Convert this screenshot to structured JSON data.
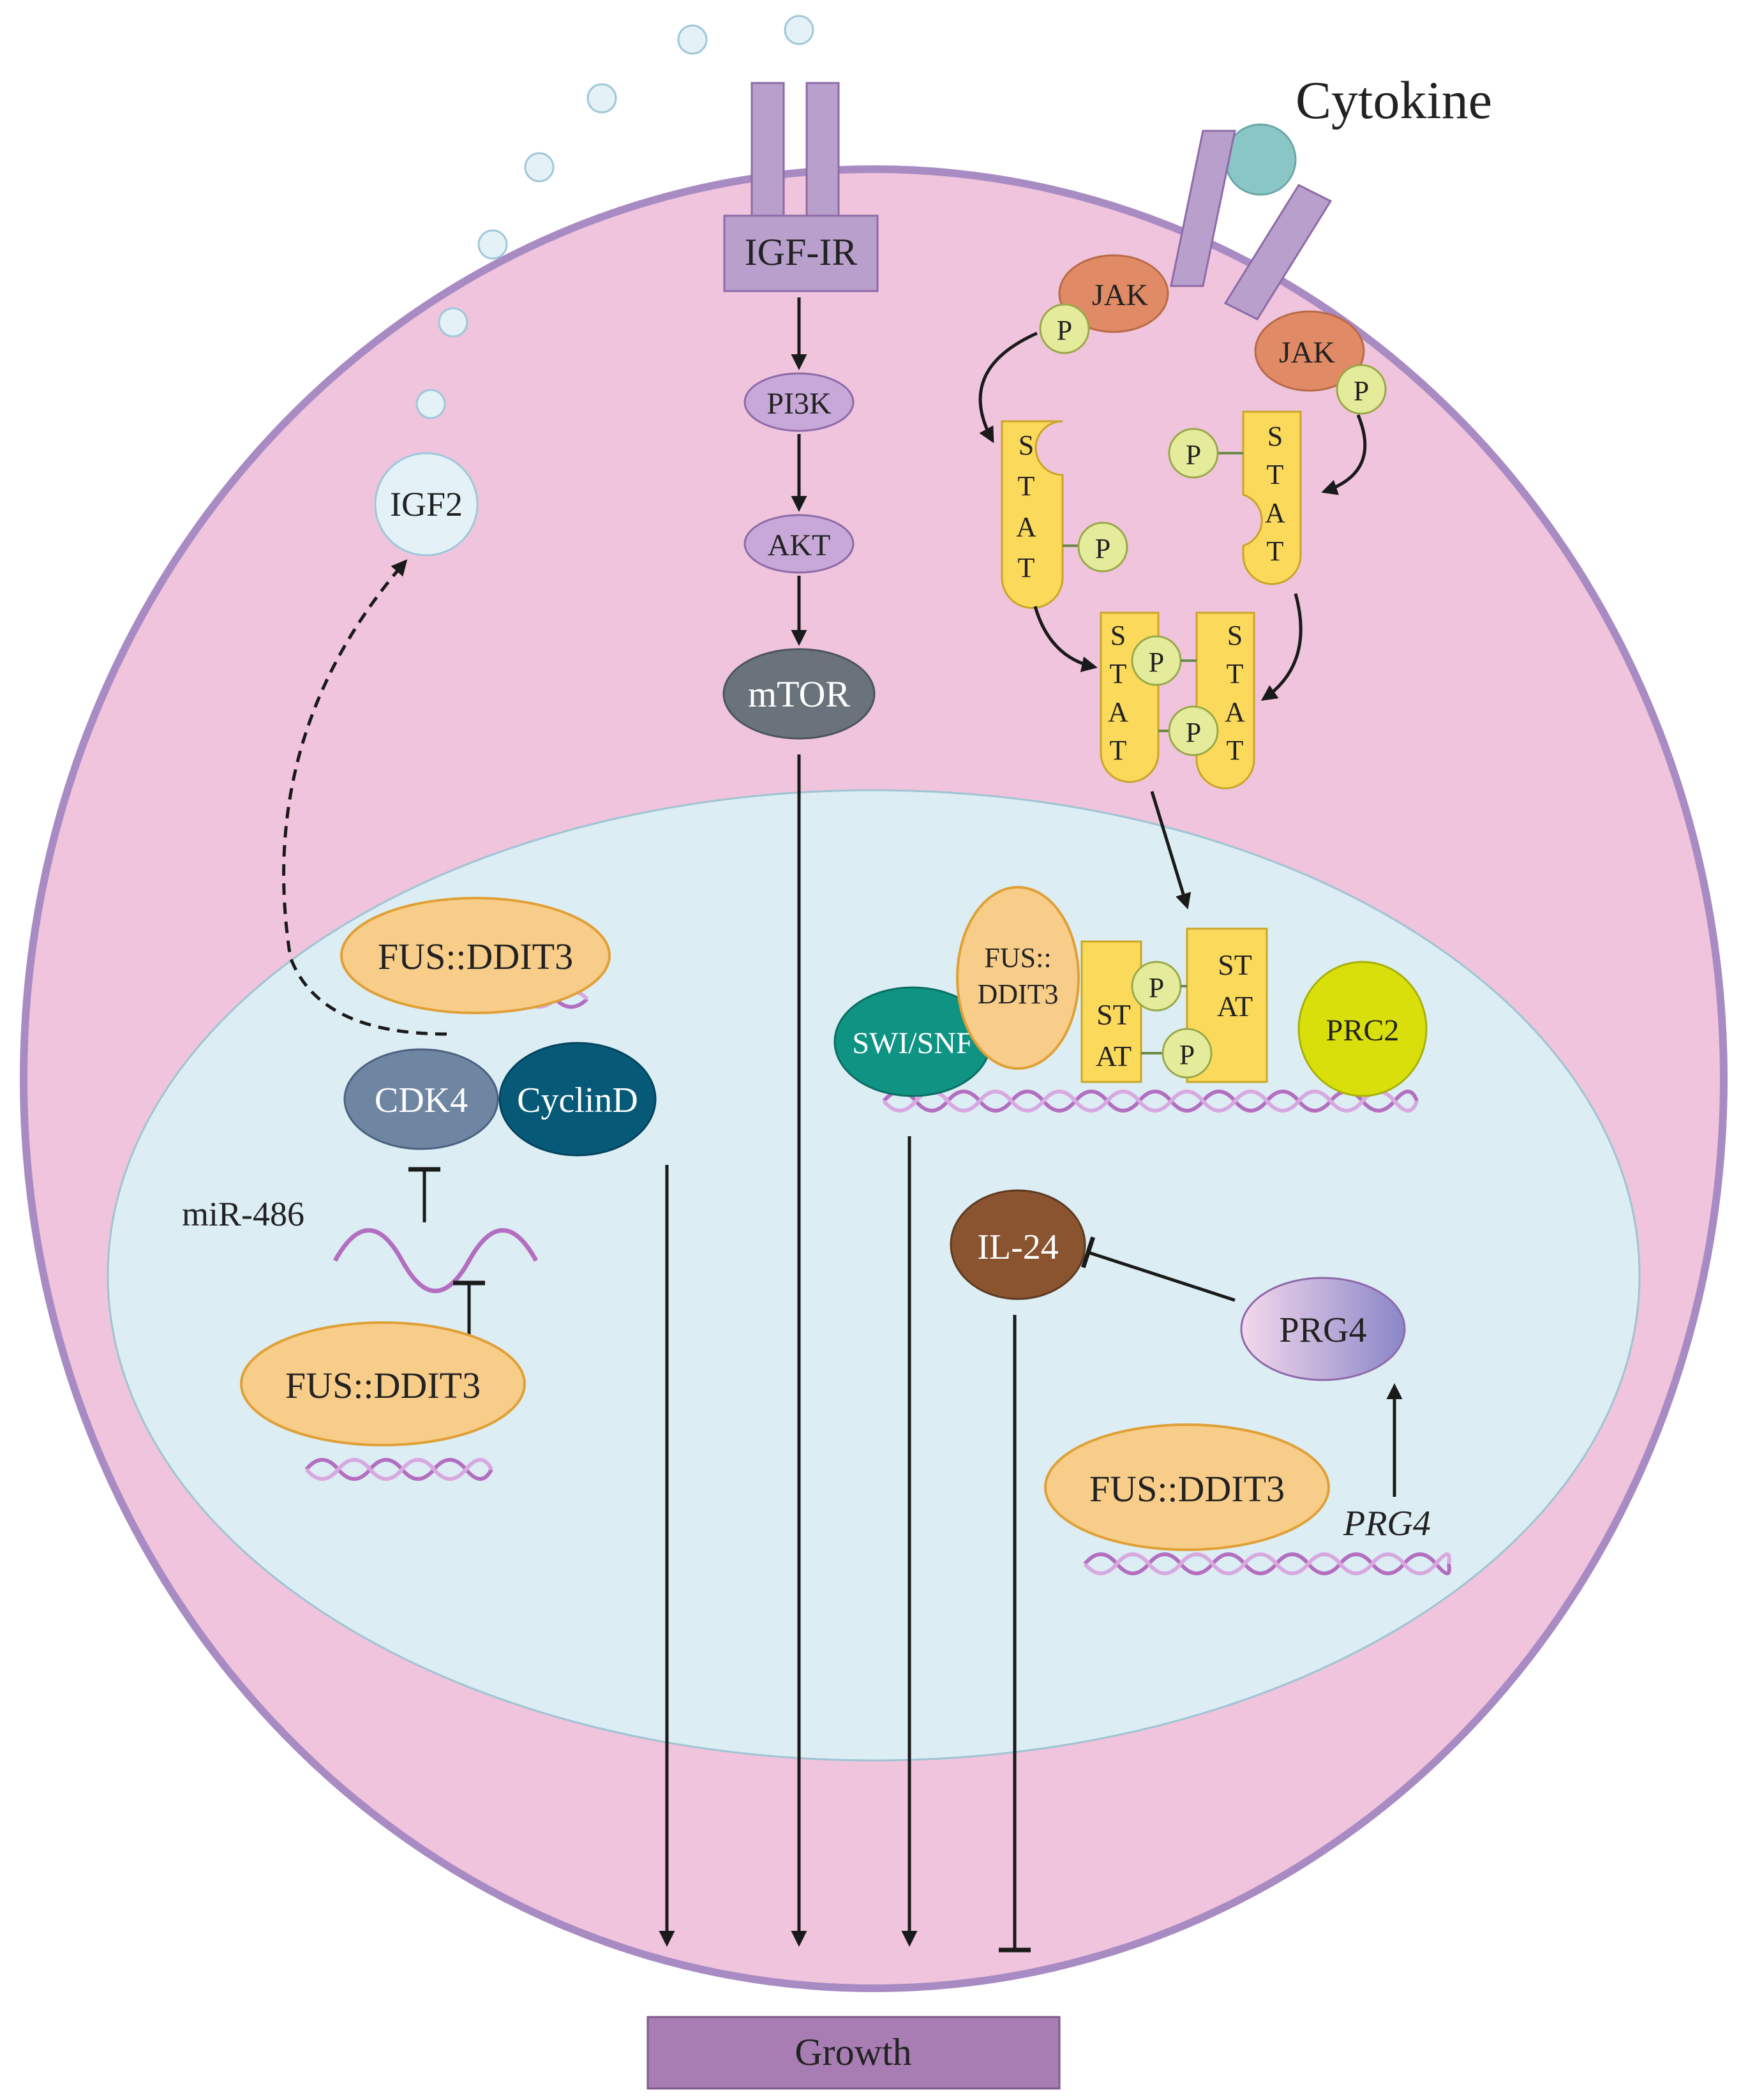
{
  "labels": {
    "cytokine": "Cytokine",
    "igf_ir": "IGF-IR",
    "pi3k": "PI3K",
    "akt": "AKT",
    "mtor": "mTOR",
    "igf2": "IGF2",
    "jak": "JAK",
    "p": "P",
    "stat_letters": [
      "S",
      "T",
      "A",
      "T"
    ],
    "stat_st": "ST",
    "stat_at": "AT",
    "fus_ddit3": "FUS::DDIT3",
    "fus_ddit3_line1": "FUS::",
    "fus_ddit3_line2": "DDIT3",
    "cdk4": "CDK4",
    "cyclind": "CyclinD",
    "mir486": "miR-486",
    "swi_snf": "SWI/SNF",
    "prc2": "PRC2",
    "il24": "IL-24",
    "prg4_protein": "PRG4",
    "prg4_gene": "PRG4",
    "growth": "Growth"
  },
  "colors": {
    "cell": "#efc4dc",
    "cell_border": "#a98bc4",
    "nucleus": "#dcedf4",
    "receptor": "#b9a0cc",
    "receptor_border": "#8e6aa8",
    "pathway_node": "#c8a8d8",
    "mtor": "#6a737c",
    "jak": "#e18a66",
    "phospho": "#e4ec9c",
    "stat": "#fbd95a",
    "fus_ddit3": "#f8cd8a",
    "cdk4": "#6f86a2",
    "cyclind": "#065a78",
    "swi_snf": "#0f9484",
    "prc2": "#d8df0a",
    "il24": "#8a5430",
    "growth_box": "#a87db3",
    "igf2": "#e4f2f7",
    "cytokine_ball": "#8ac6c6"
  }
}
